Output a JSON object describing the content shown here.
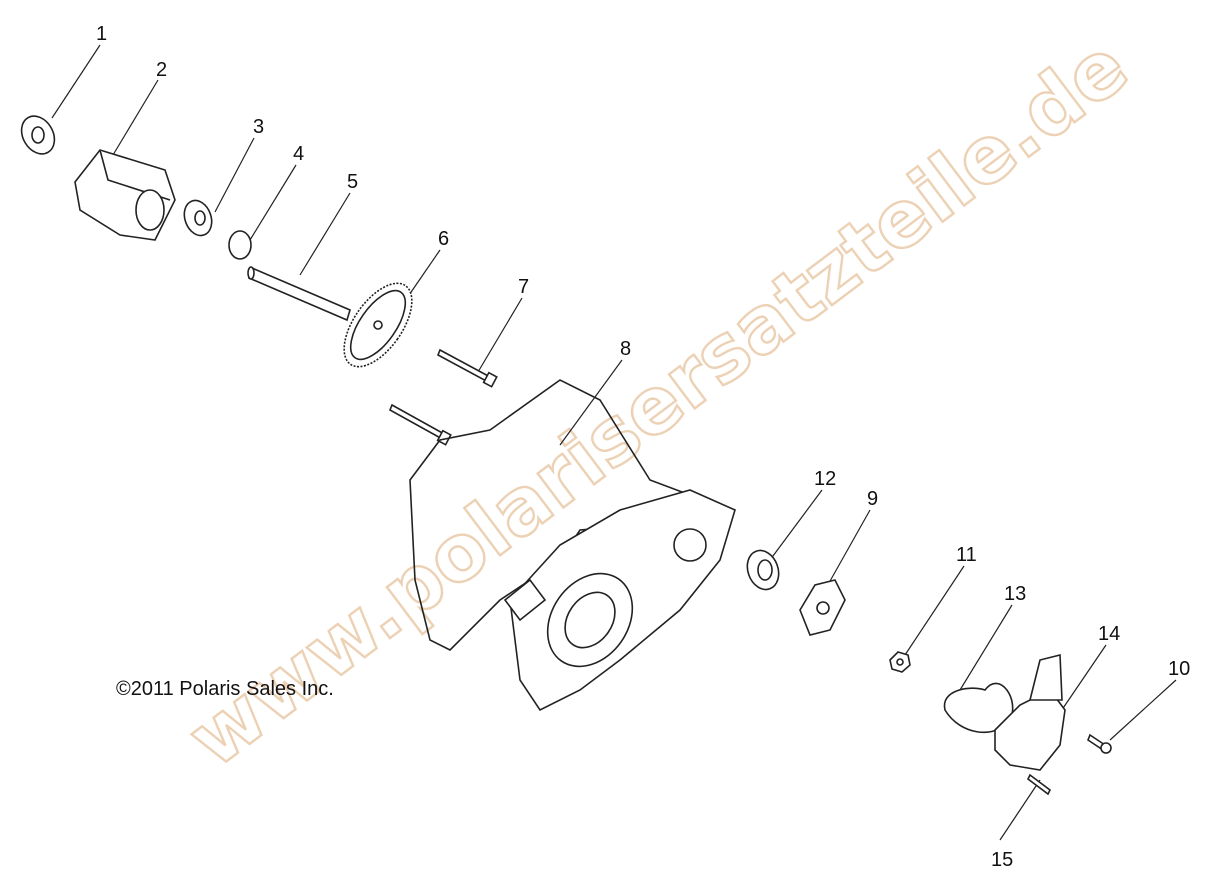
{
  "watermark": "www.polarisersatzteile.de",
  "copyright": "©2011 Polaris Sales Inc.",
  "callouts": [
    "1",
    "2",
    "3",
    "4",
    "5",
    "6",
    "7",
    "8",
    "12",
    "9",
    "11",
    "13",
    "14",
    "10",
    "15"
  ]
}
